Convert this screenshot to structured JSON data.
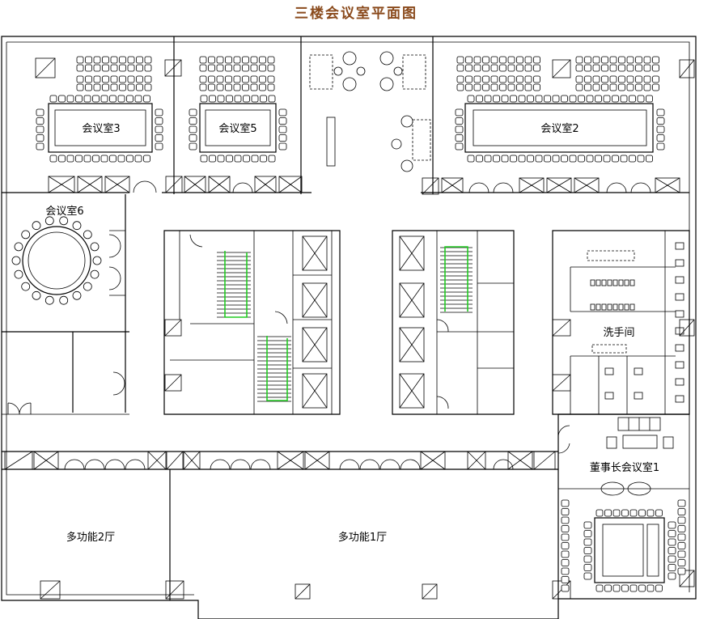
{
  "title": "三楼会议室平面图",
  "rooms": {
    "meeting3": "会议室3",
    "meeting5": "会议室5",
    "meeting2": "会议室2",
    "meeting6": "会议室6",
    "washroom": "洗手间",
    "board_meeting1": "董事长会议室1",
    "multi2": "多功能2厅",
    "multi1": "多功能1厅"
  },
  "colors": {
    "title": "#8a4a1c",
    "stairs": "#22cc22",
    "lines": "#000000"
  }
}
